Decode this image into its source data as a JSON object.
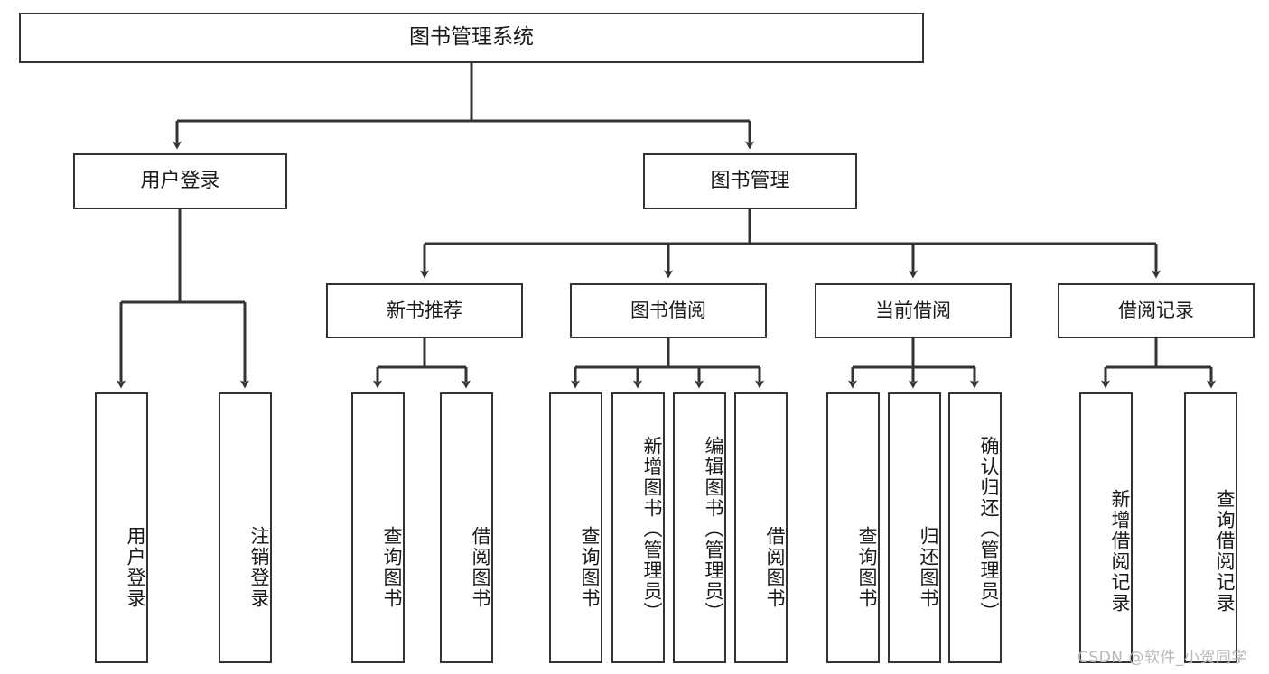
{
  "diagram": {
    "title": "图书管理系统",
    "type": "hierarchy-tree",
    "root": {
      "id": "root",
      "label": "图书管理系统"
    },
    "level1": [
      {
        "id": "user-login",
        "label": "用户登录"
      },
      {
        "id": "book-manage",
        "label": "图书管理"
      }
    ],
    "level2": [
      {
        "id": "new-book-rec",
        "label": "新书推荐",
        "parent": "book-manage"
      },
      {
        "id": "book-borrow",
        "label": "图书借阅",
        "parent": "book-manage"
      },
      {
        "id": "current-borrow",
        "label": "当前借阅",
        "parent": "book-manage"
      },
      {
        "id": "borrow-record",
        "label": "借阅记录",
        "parent": "book-manage"
      }
    ],
    "leaves": [
      {
        "id": "leaf-user-login",
        "label": "用户登录",
        "parent": "user-login"
      },
      {
        "id": "leaf-user-logout",
        "label": "注销登录",
        "parent": "user-login"
      },
      {
        "id": "leaf-query-book-1",
        "label": "查询图书",
        "parent": "new-book-rec"
      },
      {
        "id": "leaf-borrow-book-1",
        "label": "借阅图书",
        "parent": "new-book-rec"
      },
      {
        "id": "leaf-query-book-2",
        "label": "查询图书",
        "parent": "book-borrow"
      },
      {
        "id": "leaf-add-book",
        "label": "新增图书（管理员）",
        "parent": "book-borrow"
      },
      {
        "id": "leaf-edit-book",
        "label": "编辑图书（管理员）",
        "parent": "book-borrow"
      },
      {
        "id": "leaf-borrow-book-2",
        "label": "借阅图书",
        "parent": "book-borrow"
      },
      {
        "id": "leaf-query-book-3",
        "label": "查询图书",
        "parent": "current-borrow"
      },
      {
        "id": "leaf-return-book",
        "label": "归还图书",
        "parent": "current-borrow"
      },
      {
        "id": "leaf-confirm-return",
        "label": "确认归还（管理员）",
        "parent": "current-borrow"
      },
      {
        "id": "leaf-add-record",
        "label": "新增借阅记录",
        "parent": "borrow-record"
      },
      {
        "id": "leaf-query-record",
        "label": "查询借阅记录",
        "parent": "borrow-record"
      }
    ],
    "colors": {
      "line": "#333333",
      "box_border": "#333333",
      "box_fill": "#ffffff",
      "text": "#1a1a1a",
      "watermark": "#b8b8b8"
    }
  },
  "watermark": {
    "text": "CSDN @软件_小贺同学"
  }
}
